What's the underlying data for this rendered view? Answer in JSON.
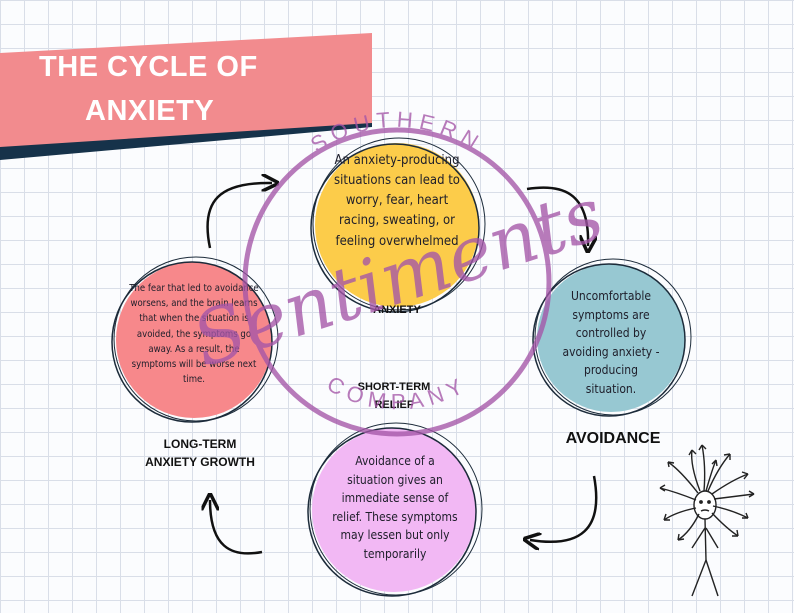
{
  "title": {
    "line1": "THE CYCLE OF",
    "line2": "ANXIETY"
  },
  "colors": {
    "banner_pink": "#f28b8e",
    "banner_navy": "#16324a",
    "anxiety_yellow": "#fccc4a",
    "avoidance_teal": "#97c8d2",
    "relief_lilac": "#f2b8f4",
    "growth_salmon": "#f7888b",
    "watermark_purple": "#a456a8"
  },
  "nodes": {
    "anxiety": {
      "text": "An anxiety-producing situations can lead to worry, fear, heart racing, sweating, or feeling overwhelmed",
      "label": "ANXIETY"
    },
    "avoidance": {
      "text": "Uncomfortable symptoms are controlled by avoiding anxiety -producing situation.",
      "label": "AVOIDANCE"
    },
    "relief": {
      "text": "Avoidance of a situation gives an immediate sense of relief. These symptoms may lessen but only temporarily",
      "label_line1": "SHORT-TERM",
      "label_line2": "RELIEF"
    },
    "growth": {
      "text": "The fear that led to avoidance worsens, and the brain learns that when the situation is avoided, the symptoms go away. As a result, the symptoms will be worse next time.",
      "label_line1": "LONG-TERM",
      "label_line2": "ANXIETY GROWTH"
    }
  },
  "watermark": {
    "top_arc": "SOUTHERN",
    "script_word": "Sentiments",
    "bottom_arc": "COMPANY"
  }
}
